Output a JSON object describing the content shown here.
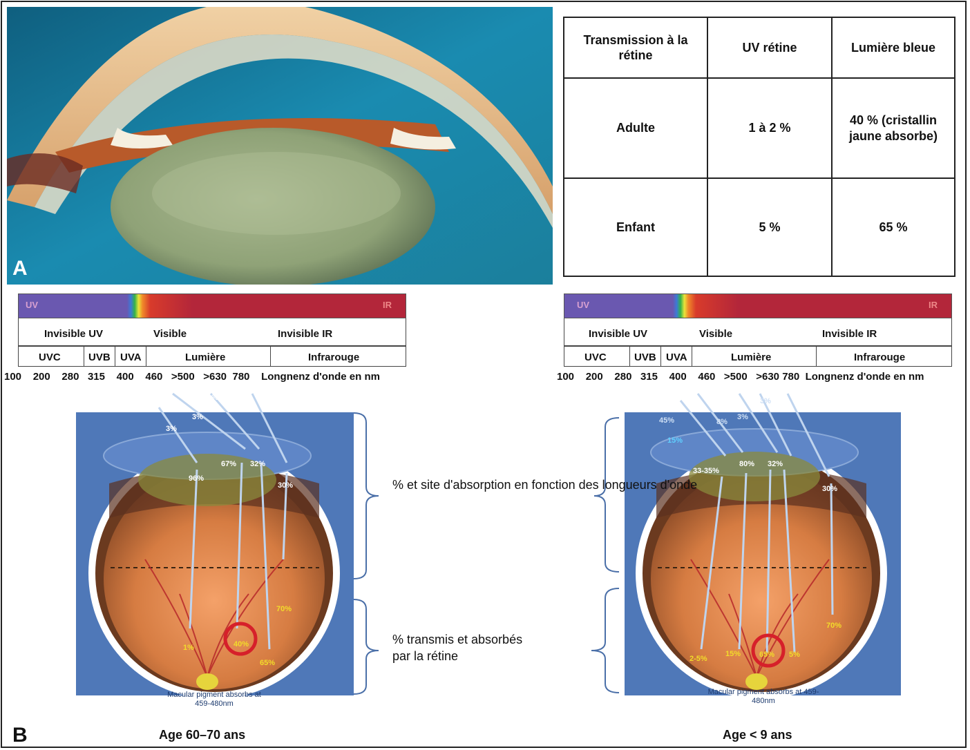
{
  "panel_a": {
    "letter": "A",
    "table": {
      "headers": [
        "Transmission à la rétine",
        "UV rétine",
        "Lumière bleue"
      ],
      "rows": [
        {
          "label": "Adulte",
          "uv": "1 à 2 %",
          "blue": "40 % (cristallin jaune absorbe)"
        },
        {
          "label": "Enfant",
          "uv": "5 %",
          "blue": "65 %"
        }
      ]
    }
  },
  "panel_b": {
    "letter": "B",
    "spectrum": {
      "uv_tag": "UV",
      "ir_tag": "IR",
      "top_row": [
        "Invisible UV",
        "Visible",
        "Invisible IR"
      ],
      "bottom_row": [
        "UVC",
        "UVB",
        "UVA",
        "Lumière",
        "Infrarouge"
      ],
      "wavelengths": [
        "100",
        "200",
        "280",
        "315",
        "400",
        "460",
        ">500",
        ">630",
        "780"
      ],
      "unit_label": "Longnenz d'onde en nm"
    },
    "adult_eye": {
      "caption": "Age 60–70 ans",
      "top_labels": [
        "3%",
        "3%",
        "3%"
      ],
      "absorption": [
        "96%",
        "67%",
        "32%",
        "30%"
      ],
      "retina": [
        "1%",
        "40%",
        "65%",
        "70%"
      ],
      "macula": "Macular pigment absorbs at 459-480nm"
    },
    "child_eye": {
      "caption": "Age < 9 ans",
      "top_labels": [
        "45%",
        "15%",
        "8%",
        "3%",
        "3%"
      ],
      "absorption": [
        "33-35%",
        "80%",
        "32%",
        "30%"
      ],
      "retina": [
        "2-5%",
        "15%",
        "65%",
        "5%",
        "70%"
      ],
      "macula": "Macular pigment absorbs at 459-480nm"
    },
    "annotations": [
      "% et site d'absorption en fonction des longueurs d'onde",
      "% transmis et absorbés par la rétine"
    ]
  },
  "colors": {
    "highlight": "#d6202a",
    "arrow": "#8fb4e0",
    "retina_text": "#f2dc2a",
    "bg_blue": "#4f78b8"
  }
}
